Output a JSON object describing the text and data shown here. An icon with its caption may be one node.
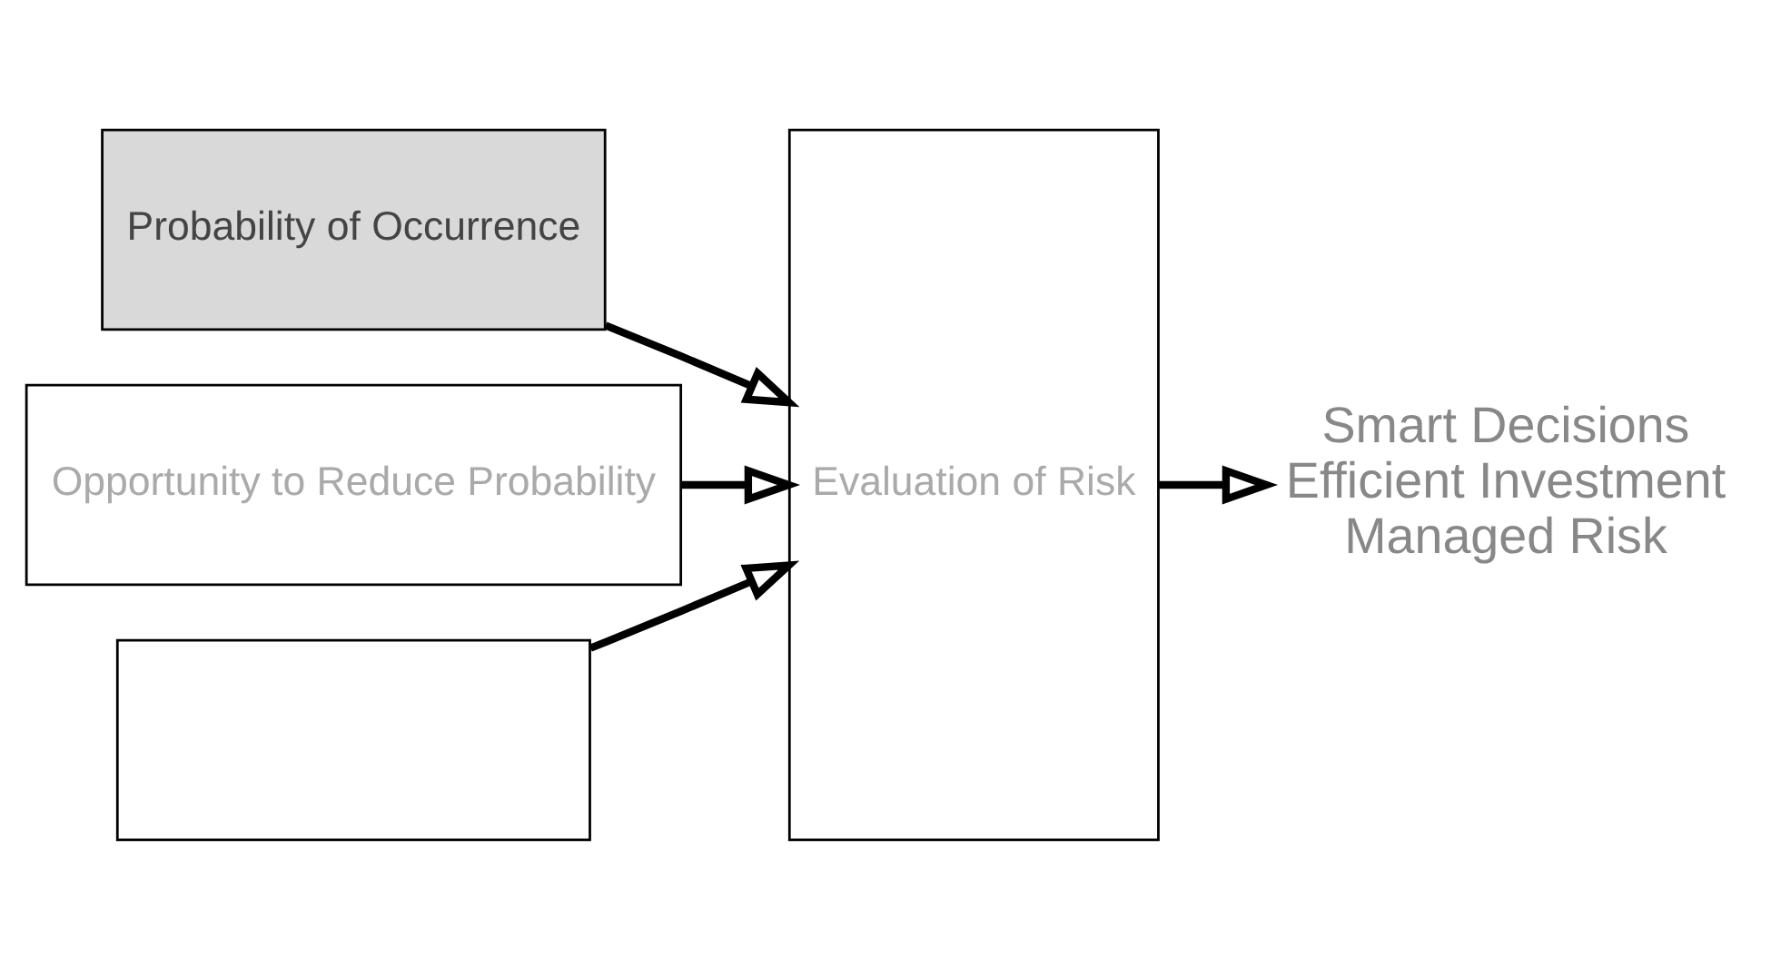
{
  "diagram": {
    "nodes": [
      {
        "text": [
          "Probability of Occurrence"
        ]
      },
      {
        "text": [
          "Opportunity to Reduce Probability"
        ]
      },
      {
        "text": [],
        "shape": "box"
      },
      {
        "text": [
          "Evaluation of Risk"
        ]
      },
      {
        "text": [
          "Smart Decisions",
          "Efficient Investment",
          "Managed Risk"
        ]
      }
    ],
    "edges": [
      {
        "from": 0,
        "to": 3,
        "arrow": "to"
      },
      {
        "from": 1,
        "to": 3,
        "arrow": "to"
      },
      {
        "from": 2,
        "to": 3,
        "arrow": "to"
      },
      {
        "from": 3,
        "to": 4,
        "arrow": "to"
      }
    ]
  }
}
